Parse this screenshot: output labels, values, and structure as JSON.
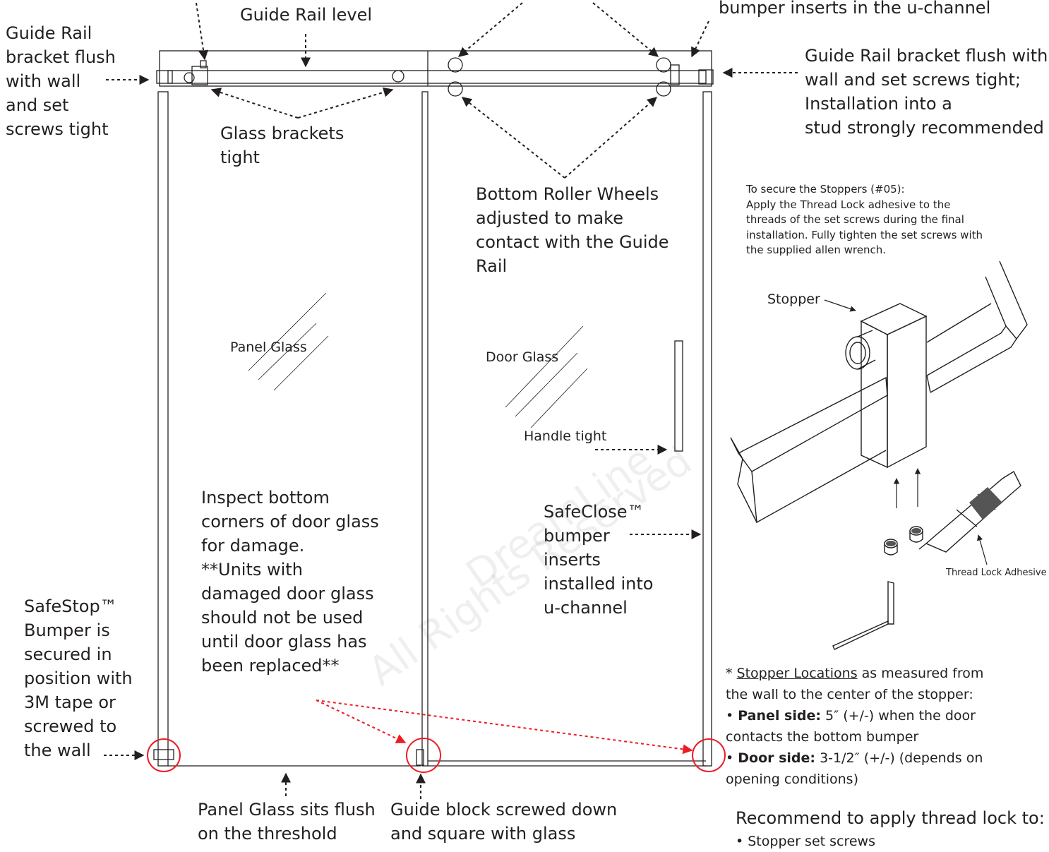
{
  "watermark": {
    "line1": "DreamLine",
    "line2": "All Rights Reserved"
  },
  "labels": {
    "guide_rail_level": "Guide Rail level",
    "bumper_inserts_top": "bumper inserts in the u-channel",
    "left_bracket": "Guide Rail\nbracket flush\nwith wall\nand set\nscrews tight",
    "right_bracket": "Guide Rail bracket flush with\nwall and set screws tight;\nInstallation into a\nstud strongly recommended",
    "glass_brackets": "Glass brackets\ntight",
    "roller_wheels": "Bottom Roller Wheels\nadjusted to make\ncontact with the Guide\nRail",
    "panel_glass": "Panel Glass",
    "door_glass": "Door Glass",
    "handle_tight": "Handle tight",
    "inspect": "Inspect bottom\ncorners of door glass\nfor damage.\n**Units with\ndamaged door glass\nshould not be used\nuntil door glass has\nbeen replaced**",
    "safeclose": "SafeClose™\nbumper\ninserts\ninstalled into\nu-channel",
    "safestop": "SafeStop™\nBumper is\nsecured in\nposition with\n3M tape or\nscrewed to\nthe wall",
    "panel_flush": "Panel Glass sits flush\non the threshold",
    "guide_block": "Guide block screwed down\nand square with glass",
    "stoppers_note": "To secure the Stoppers (#05):\nApply the Thread Lock adhesive to the\nthreads of the set screws during the final\ninstallation. Fully tighten the set screws with\nthe supplied allen wrench.",
    "stopper": "Stopper",
    "thread_lock_adhesive": "Thread Lock Adhesive",
    "recommend": "Recommend to apply thread lock to:",
    "recommend_item": "• Stopper set screws"
  },
  "stopper_locations": {
    "star": "* ",
    "title": "Stopper Locations",
    "intro_rest": " as measured from",
    "intro_line2": "the wall to the center of the stopper:",
    "bullet": "• ",
    "panel_label": "Panel side:",
    "panel_text": " 5″ (+/-) when the door",
    "panel_text2": "contacts the bottom bumper",
    "door_label": "Door side:",
    "door_text": " 3-1/2″ (+/-) (depends on",
    "door_text2": "opening conditions)"
  },
  "colors": {
    "line": "#231f20",
    "highlight": "#ed1c24"
  }
}
